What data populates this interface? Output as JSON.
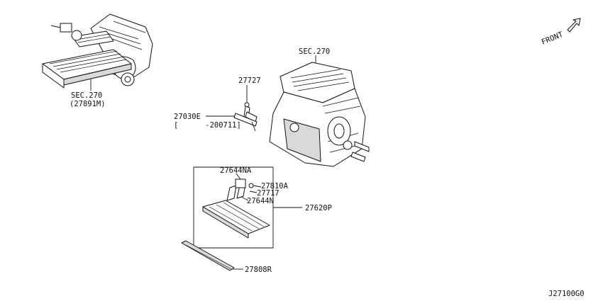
{
  "labels": {
    "sec_top_left": "SEC.270",
    "sec_top_left_sub": "(27891M)",
    "sec_center": "SEC.270",
    "p27727": "27727",
    "p27030e": "27030E",
    "p27030e_note": "[      -200711]",
    "p27644na": "27644NA",
    "p27810a": "27810A",
    "p27717": "27717",
    "p27644n": "27644N",
    "p27620p": "27620P",
    "p27808r": "27808R",
    "front": "FRONT",
    "diagram_code": "J27100G0"
  }
}
